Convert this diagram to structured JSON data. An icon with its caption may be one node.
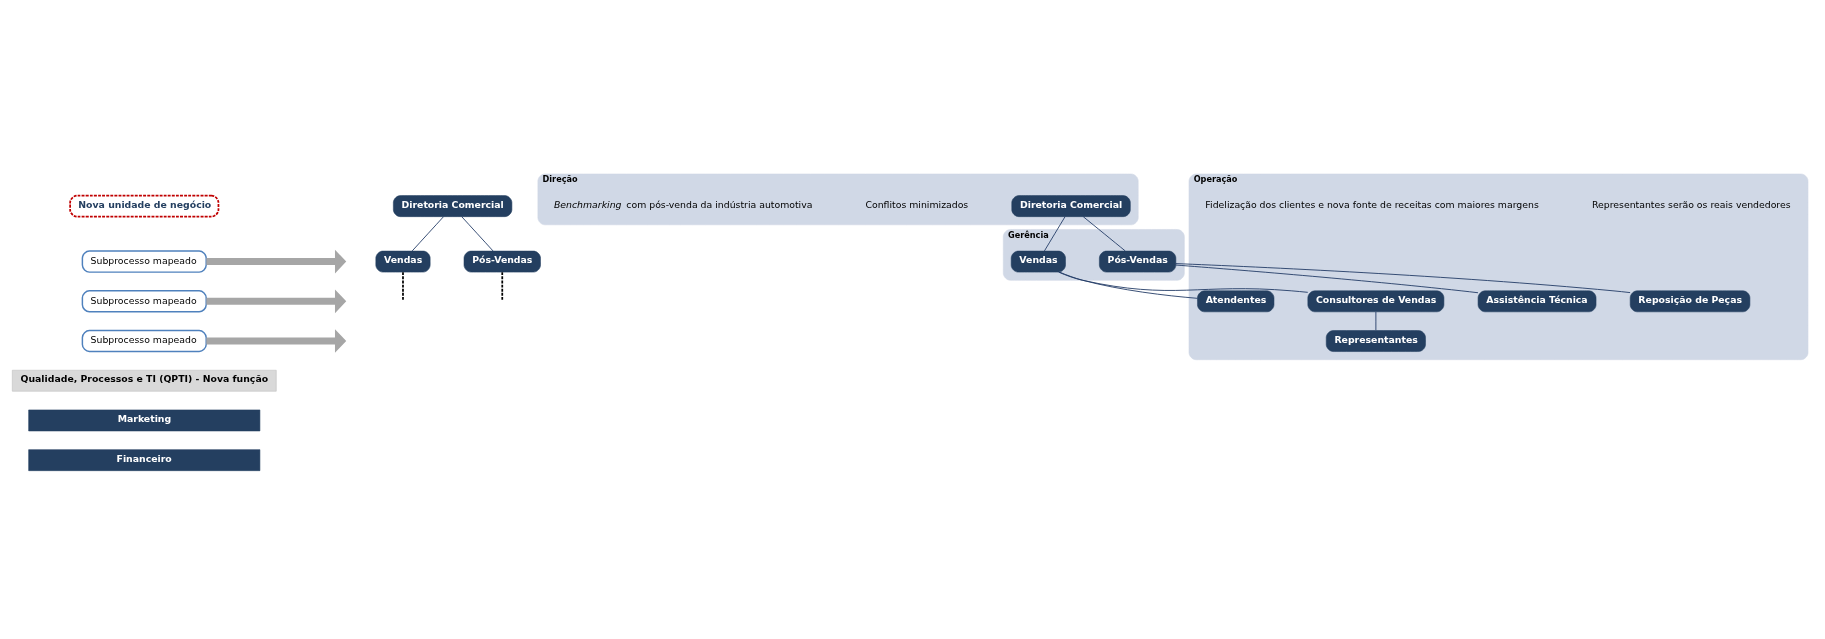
{
  "diagram": {
    "nodes": [
      {
        "text": [
          "Nova unidade de negócio"
        ]
      },
      {
        "text": [
          "Diretoria Comercial"
        ]
      },
      {
        "text": [
          "Vendas"
        ]
      },
      {
        "text": [
          "Pós-Vendas"
        ]
      },
      {
        "text": [
          "Subprocesso mapeado"
        ]
      },
      {
        "text": [
          "Subprocesso mapeado"
        ]
      },
      {
        "text": [
          "Subprocesso mapeado"
        ]
      },
      {
        "text": [
          "Qualidade, Processos e TI (QPTI) - Nova função"
        ]
      },
      {
        "text": [
          "Marketing"
        ]
      },
      {
        "text": [
          "Financeiro"
        ]
      },
      {
        "text": [
          "Direção"
        ]
      },
      {
        "text": [
          "Diretoria Comercial"
        ],
        "in": 10
      },
      {
        "text": [
          "Gerência"
        ]
      },
      {
        "text": [
          "Vendas"
        ],
        "in": 12
      },
      {
        "text": [
          "Pós-Vendas"
        ],
        "in": 12
      },
      {
        "text": [
          "Operação"
        ]
      },
      {
        "text": [
          "Atendentes"
        ],
        "in": 15
      },
      {
        "text": [
          "Consultores de Vendas"
        ],
        "in": 15
      },
      {
        "text": [
          "Representantes"
        ],
        "in": 15
      },
      {
        "text": [
          "Assistência Técnica"
        ],
        "in": 15
      },
      {
        "text": [
          "Reposição de Peças"
        ],
        "in": 15
      }
    ],
    "edges": [
      {
        "from": 1,
        "to": 2,
        "arrow": "none"
      },
      {
        "from": 1,
        "to": 3,
        "arrow": "none"
      },
      {
        "from": 4,
        "to": null,
        "arrow": "to",
        "style": "thick",
        "color": "#a6a6a6"
      },
      {
        "from": 5,
        "to": null,
        "arrow": "to",
        "style": "thick",
        "color": "#a6a6a6"
      },
      {
        "from": 6,
        "to": null,
        "arrow": "to",
        "style": "thick",
        "color": "#a6a6a6"
      },
      {
        "from": 2,
        "to": null,
        "arrow": "none",
        "style": "dashed",
        "color": "#000000"
      },
      {
        "from": 3,
        "to": null,
        "arrow": "none",
        "style": "dashed",
        "color": "#000000"
      },
      {
        "from": 11,
        "to": 13,
        "arrow": "none"
      },
      {
        "from": 11,
        "to": 14,
        "arrow": "none"
      },
      {
        "from": 13,
        "to": 16,
        "arrow": "none"
      },
      {
        "from": 13,
        "to": 17,
        "arrow": "none"
      },
      {
        "from": 17,
        "to": 18,
        "arrow": "none"
      },
      {
        "from": 14,
        "to": 19,
        "arrow": "none"
      },
      {
        "from": 14,
        "to": 20,
        "arrow": "none"
      }
    ],
    "labels": [
      "Conflitos minimizados",
      "*Benchmarking* com pós-venda da indústria automotiva",
      "Representantes serão os reais vendedores",
      "Fidelização dos clientes e nova fonte de receitas com maiores margens"
    ]
  }
}
